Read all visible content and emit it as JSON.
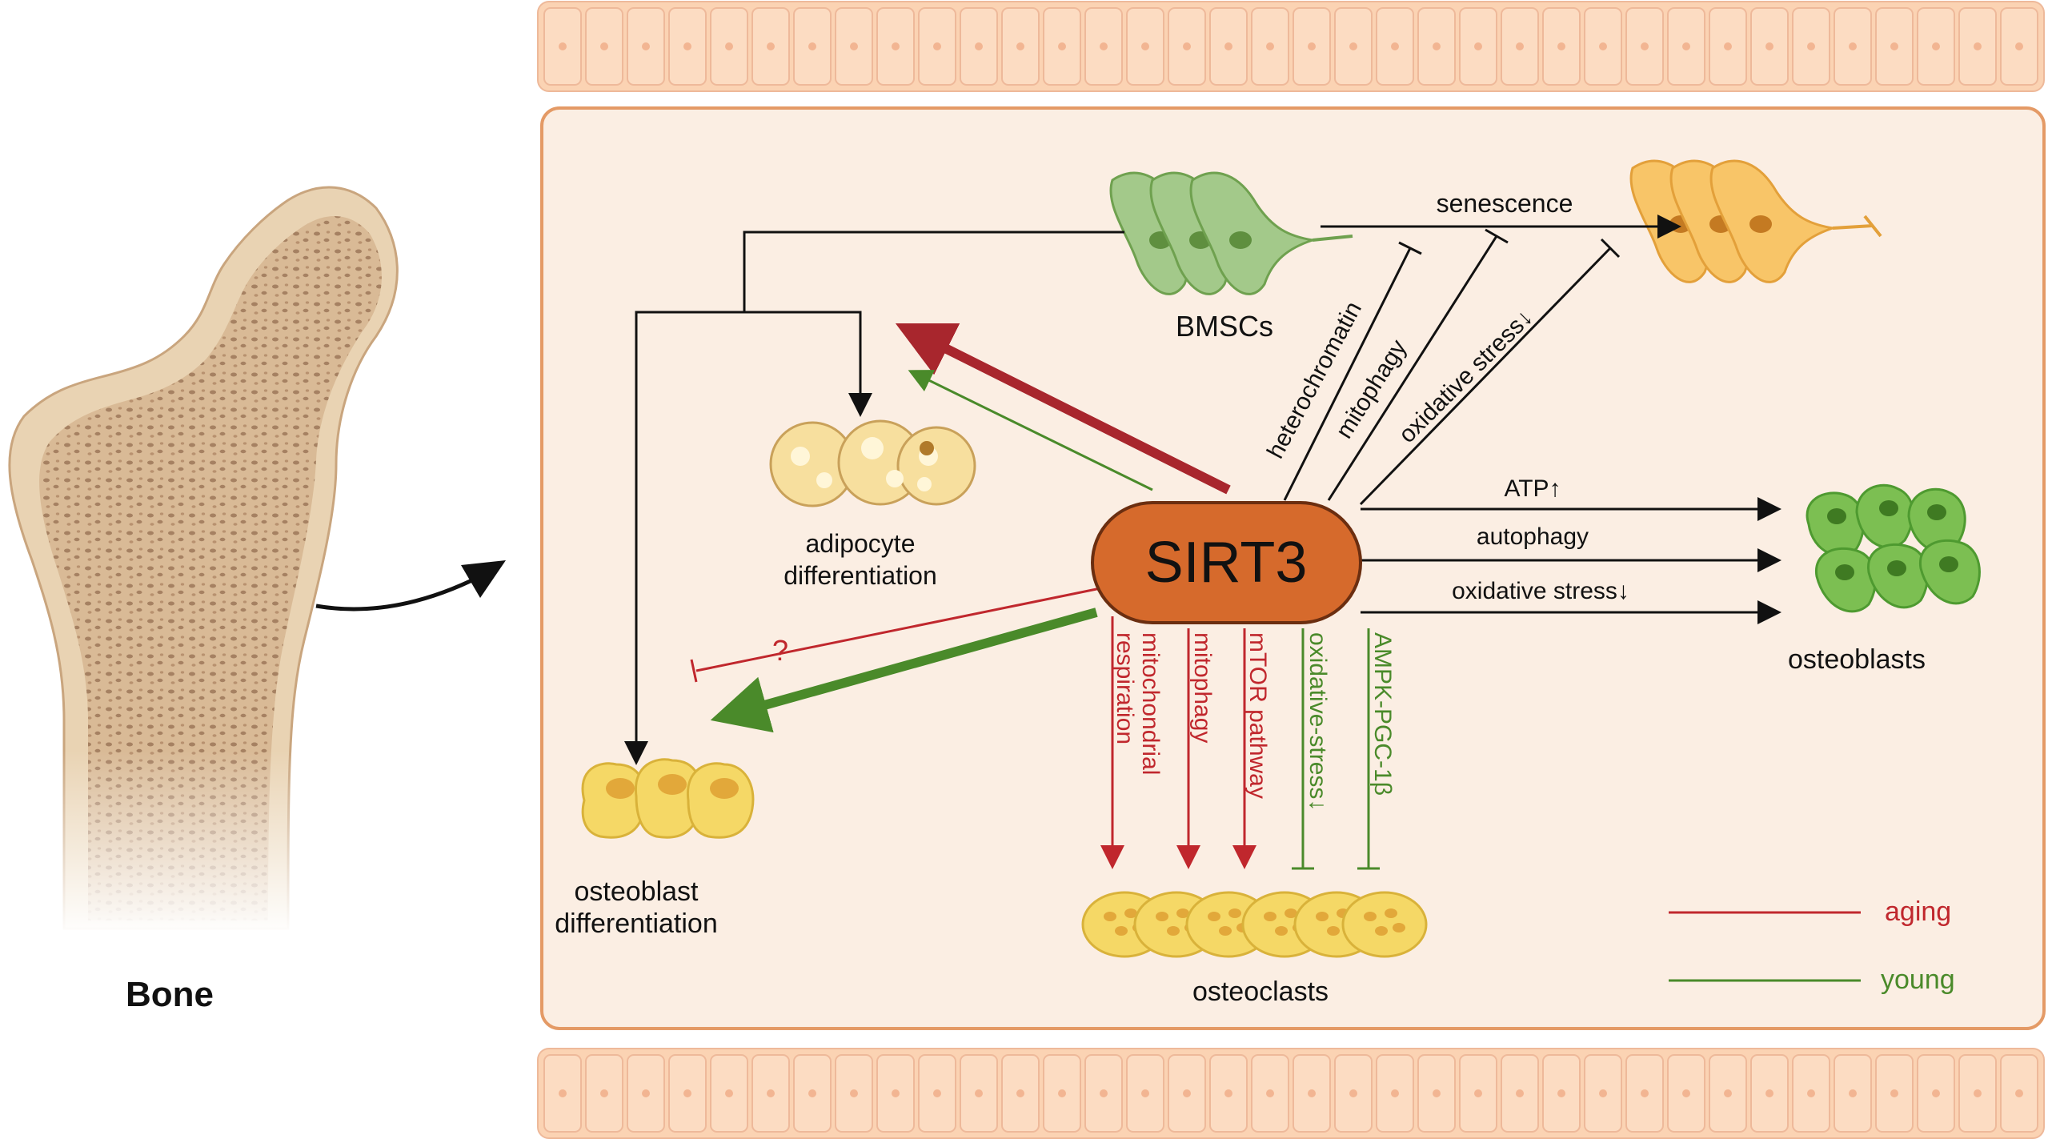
{
  "bone": {
    "label": "Bone"
  },
  "hub": {
    "label": "SIRT3"
  },
  "nodes": {
    "bmscs": "BMSCs",
    "adipocyte_line1": "adipocyte",
    "adipocyte_line2": "differentiation",
    "osteoblast_diff_line1": "osteoblast",
    "osteoblast_diff_line2": "differentiation",
    "osteoblasts": "osteoblasts",
    "osteoclasts": "osteoclasts"
  },
  "pathway_labels": {
    "senescence": "senescence",
    "heterochromatin": "heterochromatin",
    "mitophagy_bmsc": "mitophagy",
    "oxidative_stress_bmsc": "oxidative stress↓",
    "atp": "ATP↑",
    "autophagy": "autophagy",
    "oxidative_stress_ob": "oxidative stress↓",
    "unknown": "?",
    "mito_resp_line1": "mitochondrial",
    "mito_resp_line2": "respiration",
    "mitophagy_oc": "mitophagy",
    "mtor": "mTOR pathway",
    "oxidative_stress_oc": "oxidative-stress↓",
    "ampk": "AMPK-PGC-1β"
  },
  "legend": {
    "aging": "aging",
    "young": "young"
  },
  "colors": {
    "aging": "#c0272d",
    "young": "#4a8a2a",
    "panel_bg": "#fbeee3",
    "panel_border": "#e49a66",
    "hub_fill": "#d66a2c",
    "bone_shaft": "#e9d3b3",
    "bone_spongy": "#a27d5e",
    "cell_green": "#8dbd6d",
    "cell_orange": "#f7c15a",
    "cell_yellow": "#f5d866",
    "blood_cell": "#fbd3b3"
  }
}
